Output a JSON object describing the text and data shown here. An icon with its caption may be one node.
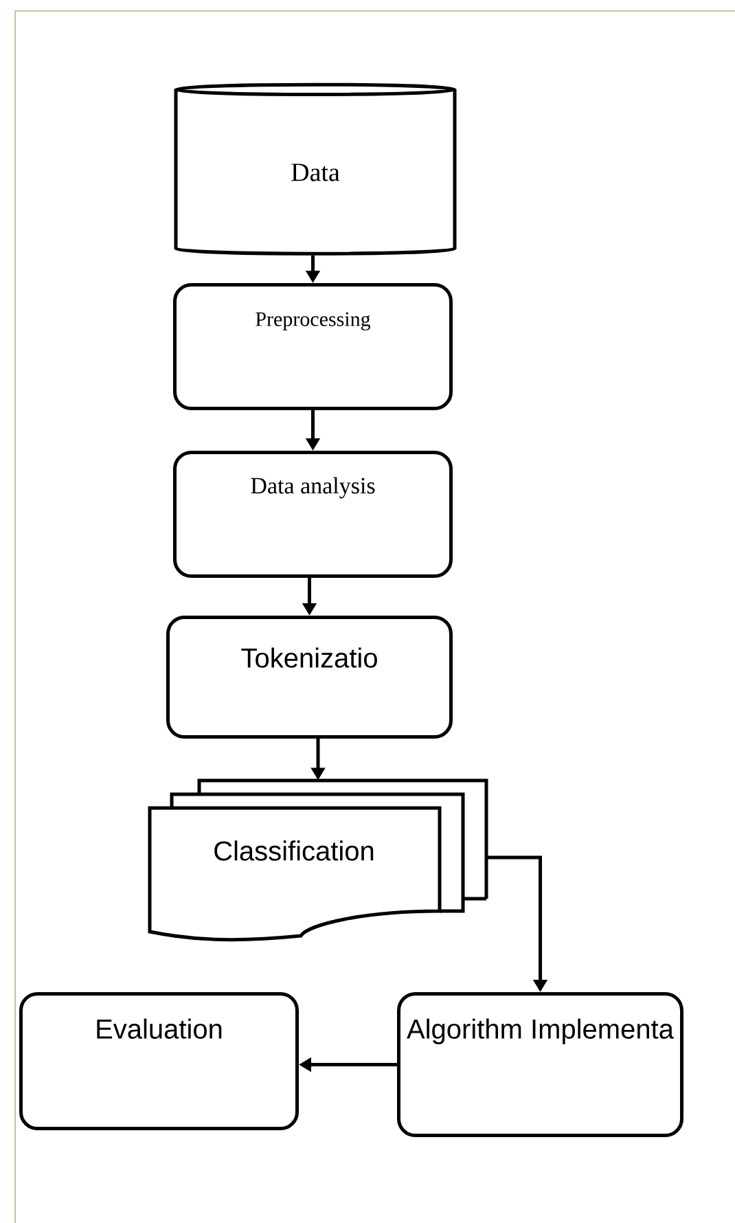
{
  "diagram": {
    "nodes": [
      {
        "text": [
          "Data"
        ]
      },
      {
        "text": [
          "Preprocessing"
        ]
      },
      {
        "text": [
          "Data analysis"
        ]
      },
      {
        "text": [
          "Tokenizatio"
        ]
      },
      {
        "text": [
          "Classification"
        ]
      },
      {
        "text": [
          "Algorithm Implementa"
        ]
      },
      {
        "text": [
          "Evaluation"
        ]
      }
    ],
    "edges": [
      {
        "from": 0,
        "to": 1,
        "arrow": "to"
      },
      {
        "from": 1,
        "to": 2,
        "arrow": "to"
      },
      {
        "from": 2,
        "to": 3,
        "arrow": "to"
      },
      {
        "from": 3,
        "to": 4,
        "arrow": "to"
      },
      {
        "from": 4,
        "to": 5,
        "arrow": "to"
      },
      {
        "from": 5,
        "to": 6,
        "arrow": "to"
      }
    ]
  }
}
